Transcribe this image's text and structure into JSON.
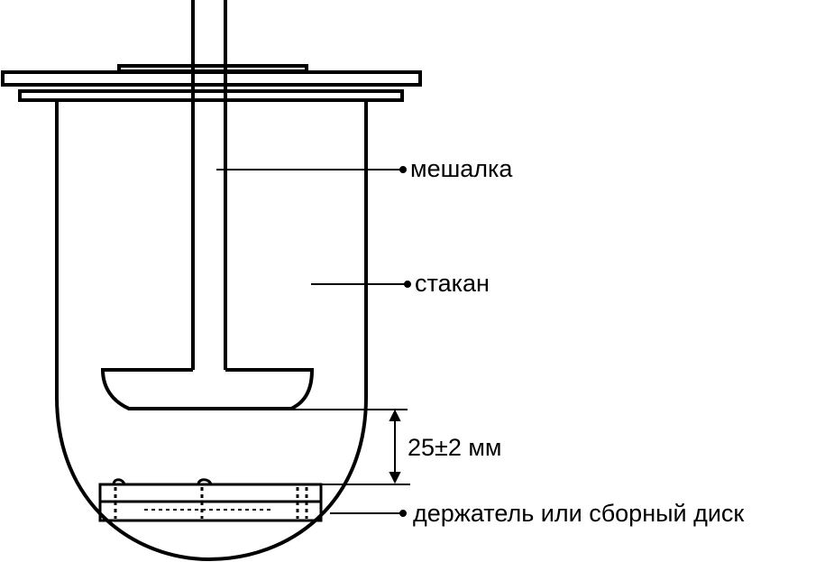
{
  "labels": {
    "stirrer": "мешалка",
    "vessel": "стакан",
    "distance": "25±2 мм",
    "holder": "держатель или сборный диск"
  },
  "colors": {
    "ink": "#000000",
    "background": "#ffffff"
  }
}
